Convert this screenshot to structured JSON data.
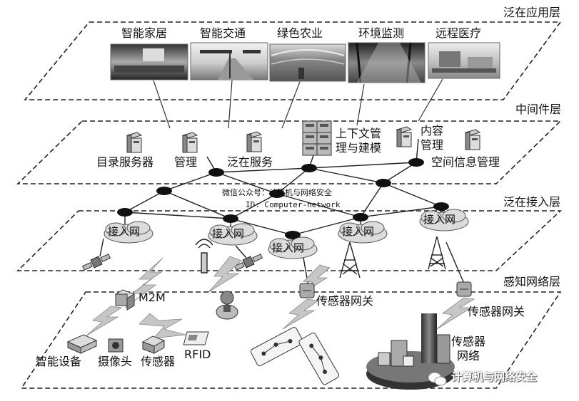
{
  "layers": {
    "application": "泛在应用层",
    "middleware": "中间件层",
    "access": "泛在接入层",
    "sensing": "感知网络层"
  },
  "applications": [
    "智能家居",
    "智能交通",
    "绿色农业",
    "环境监测",
    "远程医疗"
  ],
  "middleware_labels": {
    "directory": "目录服务器",
    "management": "管理",
    "ubiquitous_service": "泛在服务",
    "context_line1": "上下文管",
    "context_line2": "理与建模",
    "content_line1": "内容",
    "content_line2": "管理",
    "spatial": "空间信息管理"
  },
  "access_network_label": "接入网",
  "watermark": {
    "line1": "微信公众号：计算机与网络安全",
    "line2": "ID: Computer-network"
  },
  "sensing_labels": {
    "m2m": "M2M",
    "gateway": "传感器网关",
    "smart_device": "智能设备",
    "camera": "摄像头",
    "sensor": "传感器",
    "rfid": "RFID",
    "sensor_net_line1": "传感器",
    "sensor_net_line2": "网络"
  },
  "brand": "计算机与网络安全",
  "colors": {
    "ink": "#111111",
    "node": "#111111",
    "cloud": "#dcdcdc",
    "lightning": "#c6c6c6"
  },
  "icons": [
    "server-icon",
    "cloud-icon",
    "tower-icon",
    "camera-icon",
    "lightning-icon",
    "wechat-icon"
  ]
}
